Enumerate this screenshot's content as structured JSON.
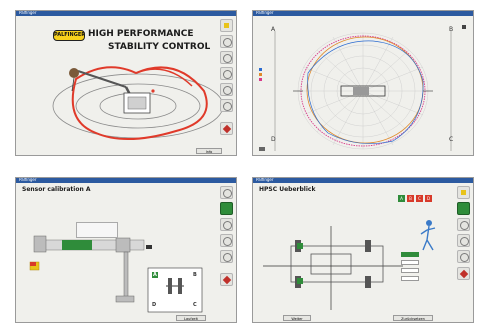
{
  "windows": {
    "w1": {
      "title": "Palfinger",
      "logo": "PALFINGER",
      "headline_1": "HIGH PERFORMANCE",
      "headline_2": "STABILITY CONTROL",
      "action_button": "Info"
    },
    "w2": {
      "title": "Palfinger",
      "legend": [
        "",
        "",
        ""
      ],
      "corner_labels": [
        "A",
        "B",
        "C",
        "D"
      ]
    },
    "w3": {
      "title": "Palfinger",
      "heading": "Sensor calibration A",
      "notes_a": "",
      "notes_b": "",
      "footer": "Laufzeit",
      "labels": [
        "A",
        "B",
        "C",
        "D"
      ]
    },
    "w4": {
      "title": "Palfinger",
      "heading": "HPSC Ueberblick",
      "status_icons": [
        "A",
        "B",
        "C",
        "D"
      ],
      "readouts": [
        "",
        "",
        "",
        ""
      ],
      "btn_left": "Weiter",
      "btn_right": "Zurücksetzen"
    }
  },
  "colors": {
    "accent": "#2c5aa0",
    "green": "#2f8c3a",
    "red": "#d83a2a",
    "yellow": "#f7d11c"
  }
}
